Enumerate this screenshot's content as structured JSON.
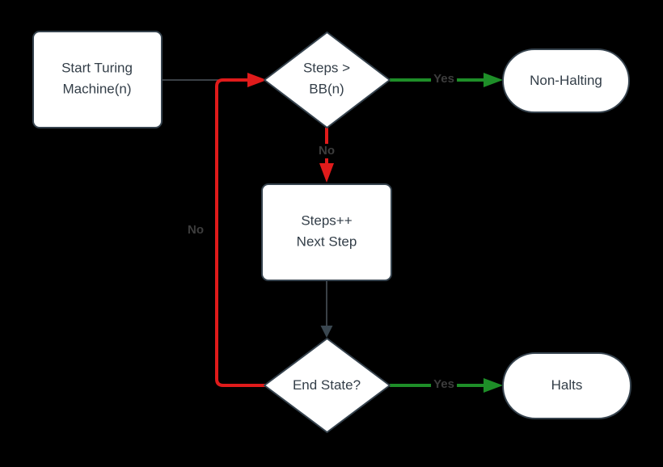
{
  "nodes": {
    "start": {
      "label": "Start Turing\nMachine(n)",
      "shape": "rounded-rectangle"
    },
    "bb_check": {
      "label": "Steps >\nBB(n)",
      "shape": "diamond"
    },
    "non_halting": {
      "label": "Non-Halting",
      "shape": "stadium"
    },
    "step": {
      "label": "Steps++\nNext Step",
      "shape": "rounded-rectangle"
    },
    "end_state": {
      "label": "End State?",
      "shape": "diamond"
    },
    "halts": {
      "label": "Halts",
      "shape": "stadium"
    }
  },
  "edge_labels": {
    "bb_yes": "Yes",
    "bb_no": "No",
    "loop_no": "No",
    "end_yes": "Yes"
  },
  "colors": {
    "background": "#000000",
    "node_fill": "#ffffff",
    "node_border": "#36434e",
    "node_text": "#333e48",
    "edge_label_text": "#3d3d3d",
    "yes_edge_green": "#1e8e28",
    "no_edge_red": "#e01b1b",
    "plain_edge_gray": "#4d565e"
  }
}
